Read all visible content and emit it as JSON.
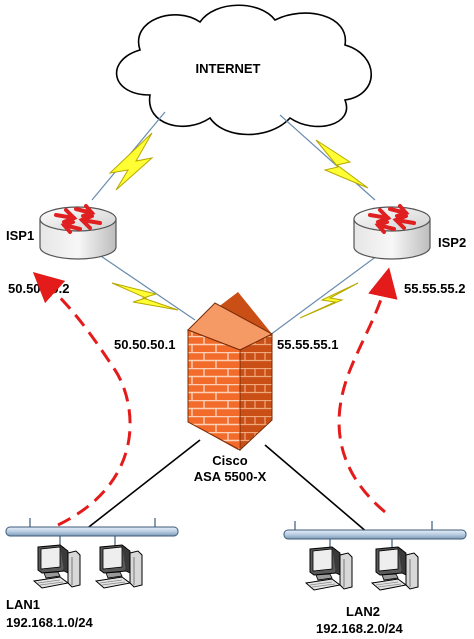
{
  "cloud": {
    "label": "INTERNET"
  },
  "routers": {
    "isp1": {
      "label": "ISP1",
      "ip": "50.50.50.2"
    },
    "isp2": {
      "label": "ISP2",
      "ip": "55.55.55.2"
    }
  },
  "firewall": {
    "line1": "Cisco",
    "line2": "ASA 5500-X",
    "ip_left": "50.50.50.1",
    "ip_right": "55.55.55.1"
  },
  "lans": {
    "lan1": {
      "label": "LAN1",
      "subnet": "192.168.1.0/24"
    },
    "lan2": {
      "label": "LAN2",
      "subnet": "192.168.2.0/24"
    }
  },
  "colors": {
    "lightning": "#ffff33",
    "traffic_arrow": "#e41b1b",
    "firewall_brick": "#f26b2a",
    "router_body": "#d9d9d9",
    "bus": "#b8cde2"
  }
}
